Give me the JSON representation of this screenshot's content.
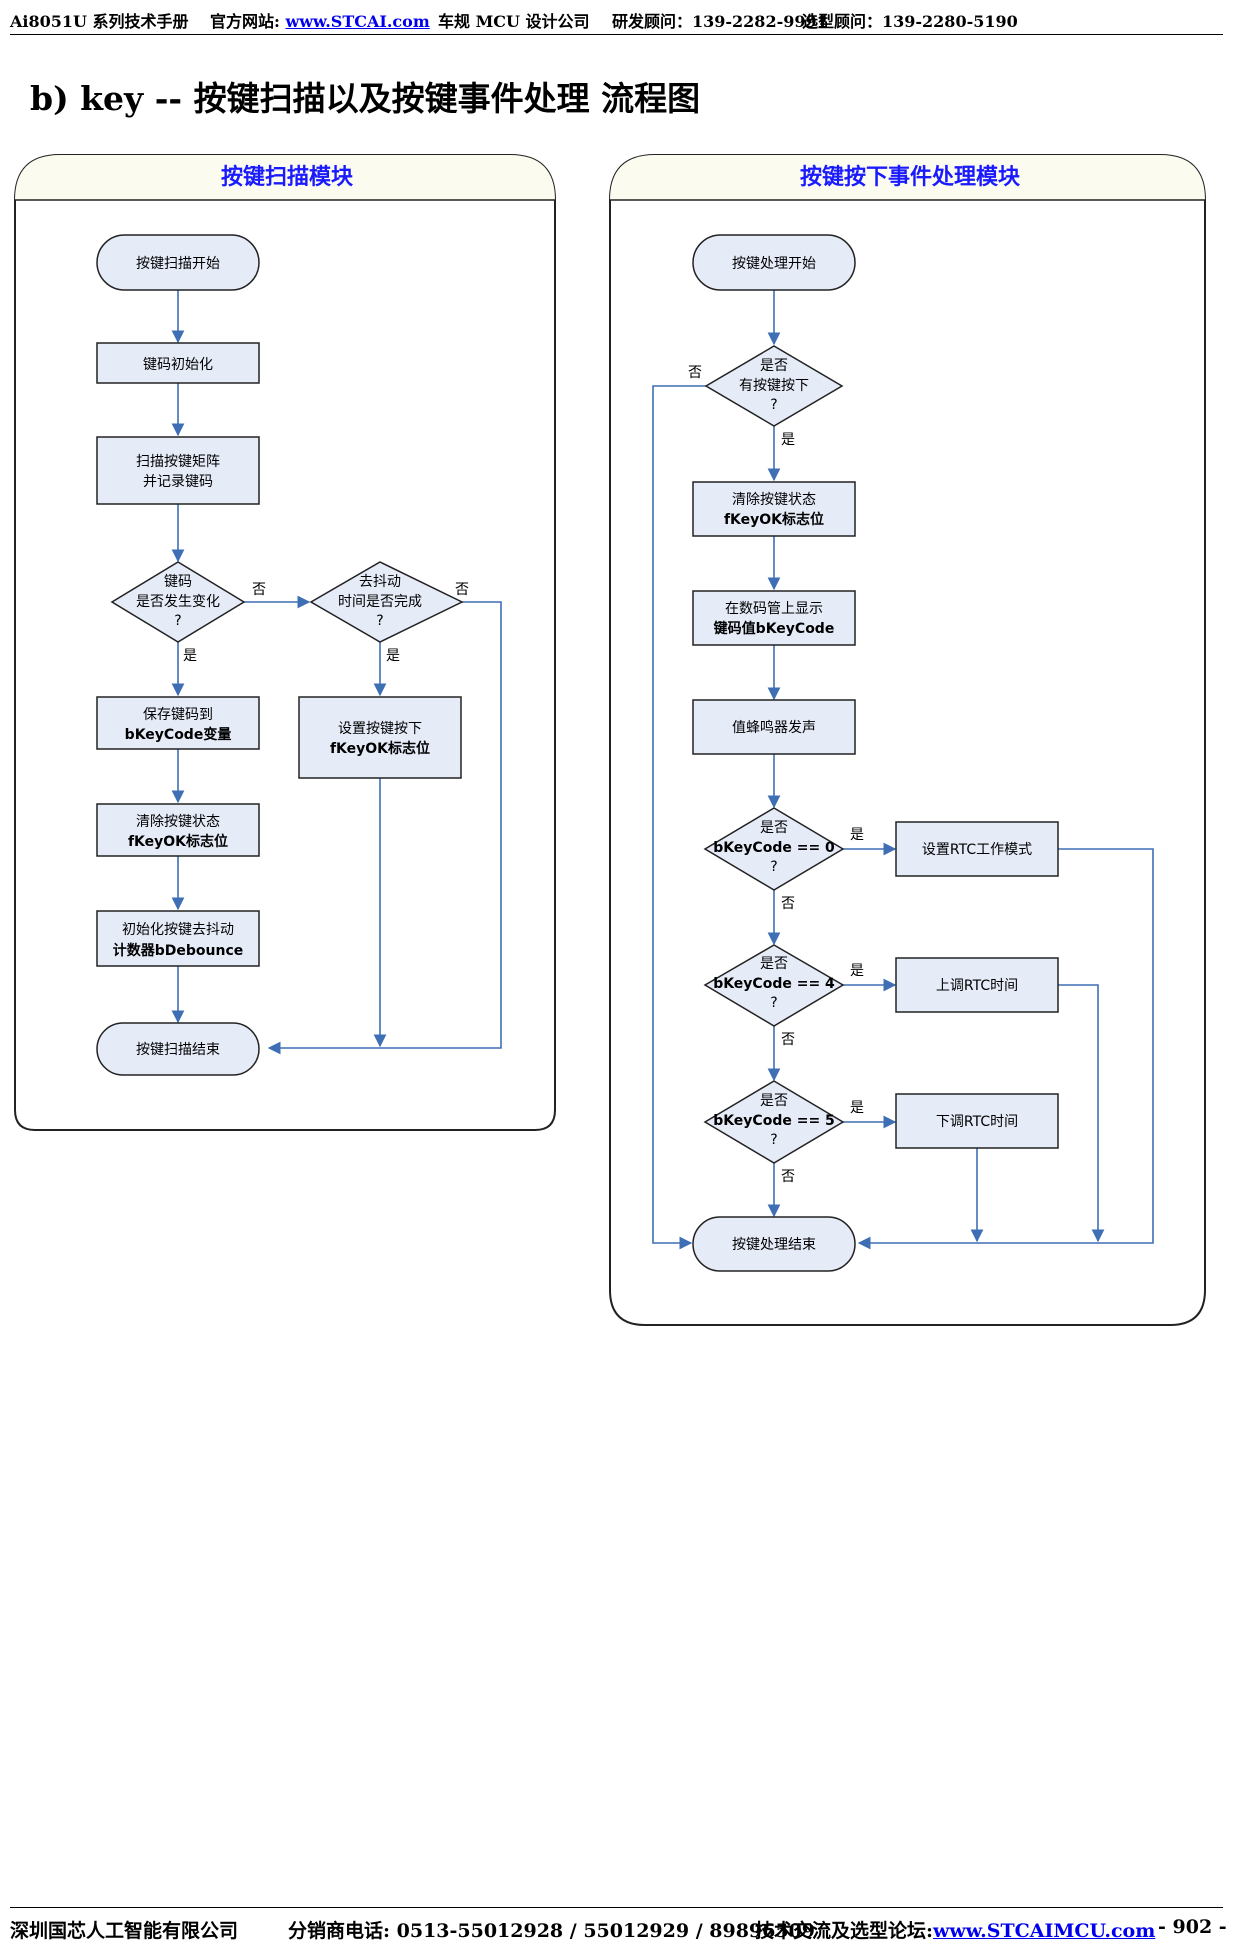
{
  "header": {
    "manual": "Ai8051U 系列技术手册",
    "website_label": "官方网站: ",
    "website_link": "www.STCAI.com",
    "mcu": "车规 MCU 设计公司",
    "rd_consultant": "研发顾问：139-2282-9991",
    "sel_consultant": "选型顾问：139-2280-5190"
  },
  "title": "b)  key --  按键扫描以及按键事件处理  流程图",
  "left_panel": {
    "title": "按键扫描模块",
    "nodes": {
      "start": "按键扫描开始",
      "init": "键码初始化",
      "scan": [
        "扫描按键矩阵",
        "并记录键码"
      ],
      "changed": [
        "键码",
        "是否发生变化",
        "?"
      ],
      "debounce_done": [
        "去抖动",
        "时间是否完成",
        "?"
      ],
      "save": [
        "保存键码到",
        "bKeyCode变量"
      ],
      "set_flag": [
        "设置按键按下",
        "fKeyOK标志位"
      ],
      "clear_flag": [
        "清除按键状态",
        "fKeyOK标志位"
      ],
      "init_counter": [
        "初始化按键去抖动",
        "计数器bDebounce"
      ],
      "end": "按键扫描结束"
    },
    "labels": {
      "no": "否",
      "yes": "是"
    }
  },
  "right_panel": {
    "title": "按键按下事件处理模块",
    "nodes": {
      "start": "按键处理开始",
      "pressed": [
        "是否",
        "有按键按下",
        "?"
      ],
      "clear_flag": [
        "清除按键状态",
        "fKeyOK标志位"
      ],
      "display": [
        "在数码管上显示",
        "键码值bKeyCode"
      ],
      "buzzer": "值蜂鸣器发声",
      "d0": [
        "是否",
        "bKeyCode == 0",
        "?"
      ],
      "d4": [
        "是否",
        "bKeyCode == 4",
        "?"
      ],
      "d5": [
        "是否",
        "bKeyCode == 5",
        "?"
      ],
      "rtc_mode": "设置RTC工作模式",
      "rtc_up": "上调RTC时间",
      "rtc_down": "下调RTC时间",
      "end": "按键处理结束"
    },
    "labels": {
      "no": "否",
      "yes": "是"
    }
  },
  "footer": {
    "company": "深圳国芯人工智能有限公司",
    "phone": "分销商电话: 0513-55012928 / 55012929 / 89896509",
    "forum_label": "技术交流及选型论坛:",
    "forum_link": "www.STCAIMCU.com",
    "page": "- 902 -"
  },
  "colors": {
    "node_fill": "#e6ebf8",
    "node_stroke": "#222222",
    "arrow": "#3e6fb5",
    "panel_title": "#1a1aff"
  }
}
